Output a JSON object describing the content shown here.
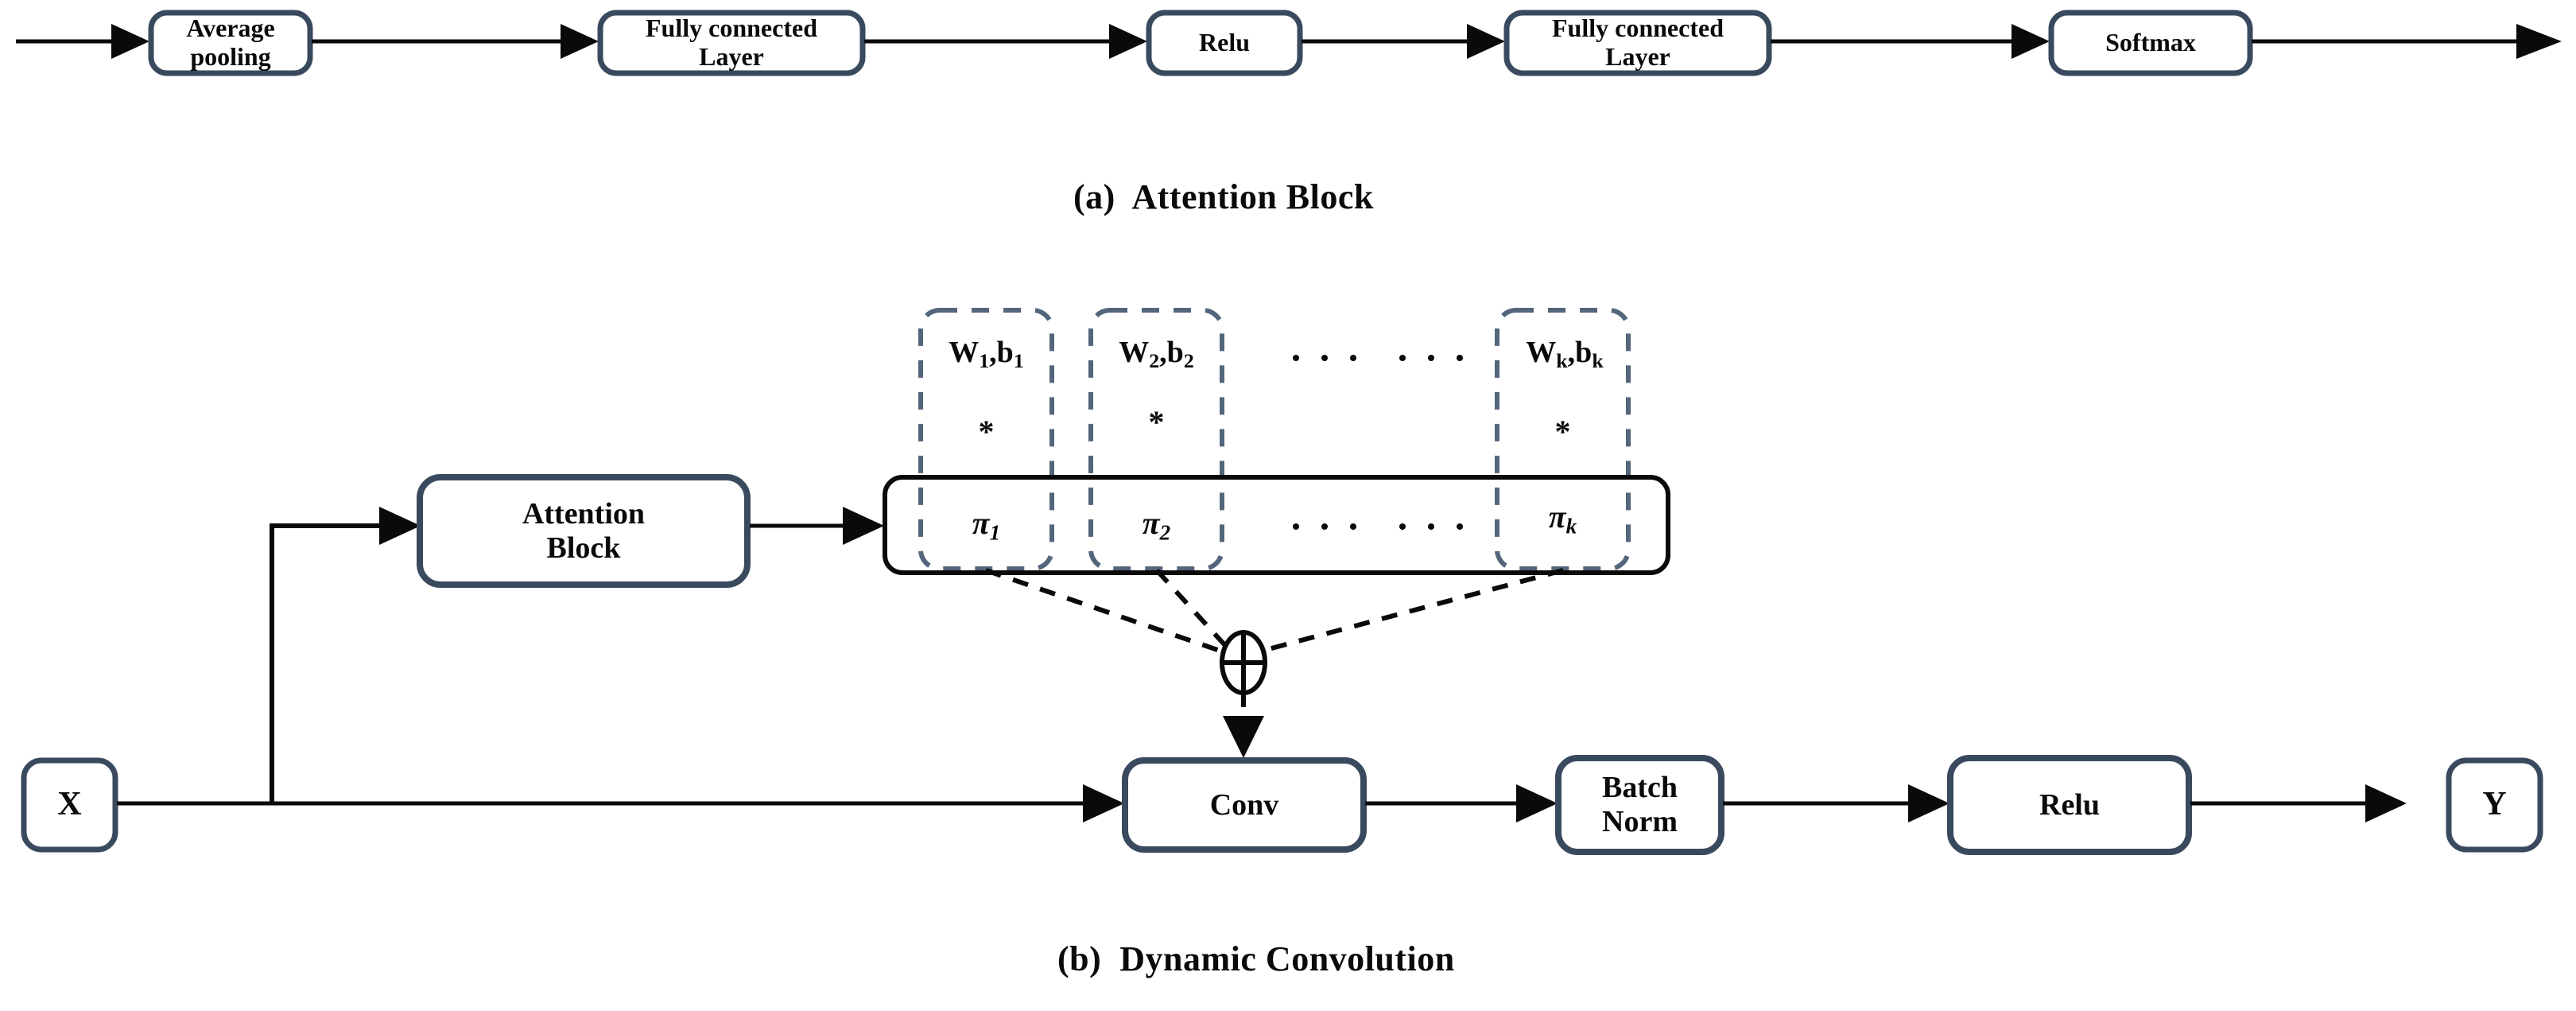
{
  "figure": {
    "panel_a": {
      "caption": "(a)  Attention Block",
      "blocks": [
        {
          "id": "avg-pooling",
          "label": "Average\npooling"
        },
        {
          "id": "fc-layer-1",
          "label": "Fully connected\nLayer"
        },
        {
          "id": "relu-a",
          "label": "Relu"
        },
        {
          "id": "fc-layer-2",
          "label": "Fully connected\nLayer"
        },
        {
          "id": "softmax",
          "label": "Softmax"
        }
      ]
    },
    "panel_b": {
      "caption": "(b)  Dynamic Convolution",
      "input_label": "X",
      "output_label": "Y",
      "attention_block_label": "Attention\nBlock",
      "kernels": [
        {
          "weight": "W₁,b₁",
          "w": "W",
          "w_sub": "1",
          "b": "b",
          "b_sub": "1",
          "op": "*",
          "pi": "π",
          "pi_sub": "1"
        },
        {
          "weight": "W₂,b₂",
          "w": "W",
          "w_sub": "2",
          "b": "b",
          "b_sub": "2",
          "op": "*",
          "pi": "π",
          "pi_sub": "2"
        },
        {
          "weight": "Wk,bk",
          "w": "W",
          "w_sub": "k",
          "b": "b",
          "b_sub": "k",
          "op": "*",
          "pi": "π",
          "pi_sub": "k"
        }
      ],
      "ellipsis": "· · ·   · · ·",
      "sum_node": "⊕",
      "blocks": [
        {
          "id": "conv",
          "label": "Conv"
        },
        {
          "id": "batch-norm",
          "label": "Batch\nNorm"
        },
        {
          "id": "relu-b",
          "label": "Relu"
        }
      ]
    },
    "colors": {
      "box_border": "#3a4a5e",
      "line": "#0a0a0a",
      "dashed_border": "#53667c",
      "background": "#ffffff",
      "text": "#0a0a0a"
    }
  }
}
